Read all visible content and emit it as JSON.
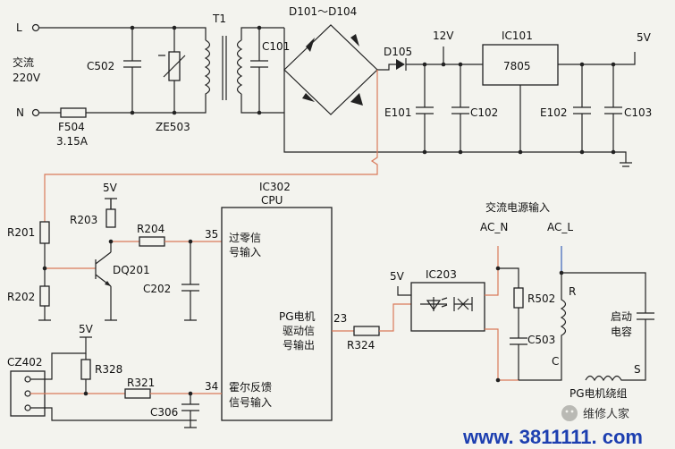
{
  "labels": {
    "L": "L",
    "N": "N",
    "ac_in": "交流",
    "v220": "220V",
    "C502": "C502",
    "ZE503": "ZE503",
    "F504": "F504",
    "fuse_rating": "3.15A",
    "T1": "T1",
    "D101_D104": "D101～D104",
    "C101": "C101",
    "D105": "D105",
    "v12": "12V",
    "IC101": "IC101",
    "reg": "7805",
    "v5_top": "5V",
    "E101": "E101",
    "C102": "C102",
    "E102": "E102",
    "C103": "C103",
    "IC302": "IC302",
    "CPU": "CPU",
    "v5_r203": "5V",
    "R203": "R203",
    "R201": "R201",
    "R204": "R204",
    "DQ201": "DQ201",
    "R202": "R202",
    "C202": "C202",
    "pin35": "35",
    "zero_cross_1": "过零信",
    "zero_cross_2": "号输入",
    "pg_drive_1": "PG电机",
    "pg_drive_2": "驱动信",
    "pg_drive_3": "号输出",
    "pin23": "23",
    "R324": "R324",
    "v5_ic203": "5V",
    "IC203": "IC203",
    "ac_power_input": "交流电源输入",
    "AC_N": "AC_N",
    "AC_L": "AC_L",
    "R502": "R502",
    "C503": "C503",
    "R": "R",
    "C": "C",
    "S": "S",
    "start_cap_1": "启动",
    "start_cap_2": "电容",
    "pg_winding": "PG电机绕组",
    "CZ402": "CZ402",
    "v5_cz": "5V",
    "R328": "R328",
    "R321": "R321",
    "pin34": "34",
    "C306": "C306",
    "hall_1": "霍尔反馈",
    "hall_2": "信号输入"
  },
  "watermark": {
    "brand": "维修人家",
    "url": "www. 3811111. com"
  },
  "colors": {
    "wire": "#222222",
    "signal_wire": "#d97a5a",
    "line_wire": "#3a63b8",
    "background": "#f3f3ee",
    "watermark": "#1d3fb0"
  }
}
